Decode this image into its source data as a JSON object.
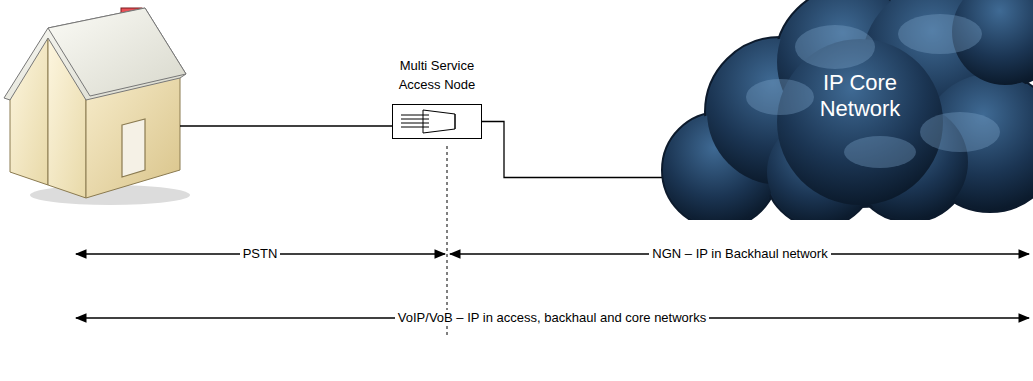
{
  "diagram": {
    "nodes": [
      {
        "text": [
          "Multi Service Access Node"
        ]
      },
      {
        "text": [
          "IP Core Network"
        ]
      }
    ],
    "edges": [
      {
        "from": 0,
        "to": 1,
        "arrow": "none"
      }
    ],
    "labels": [
      "PSTN",
      "NGN – IP in Backhaul network",
      "VoIP/VoB – IP in access, backhaul and core networks"
    ]
  }
}
